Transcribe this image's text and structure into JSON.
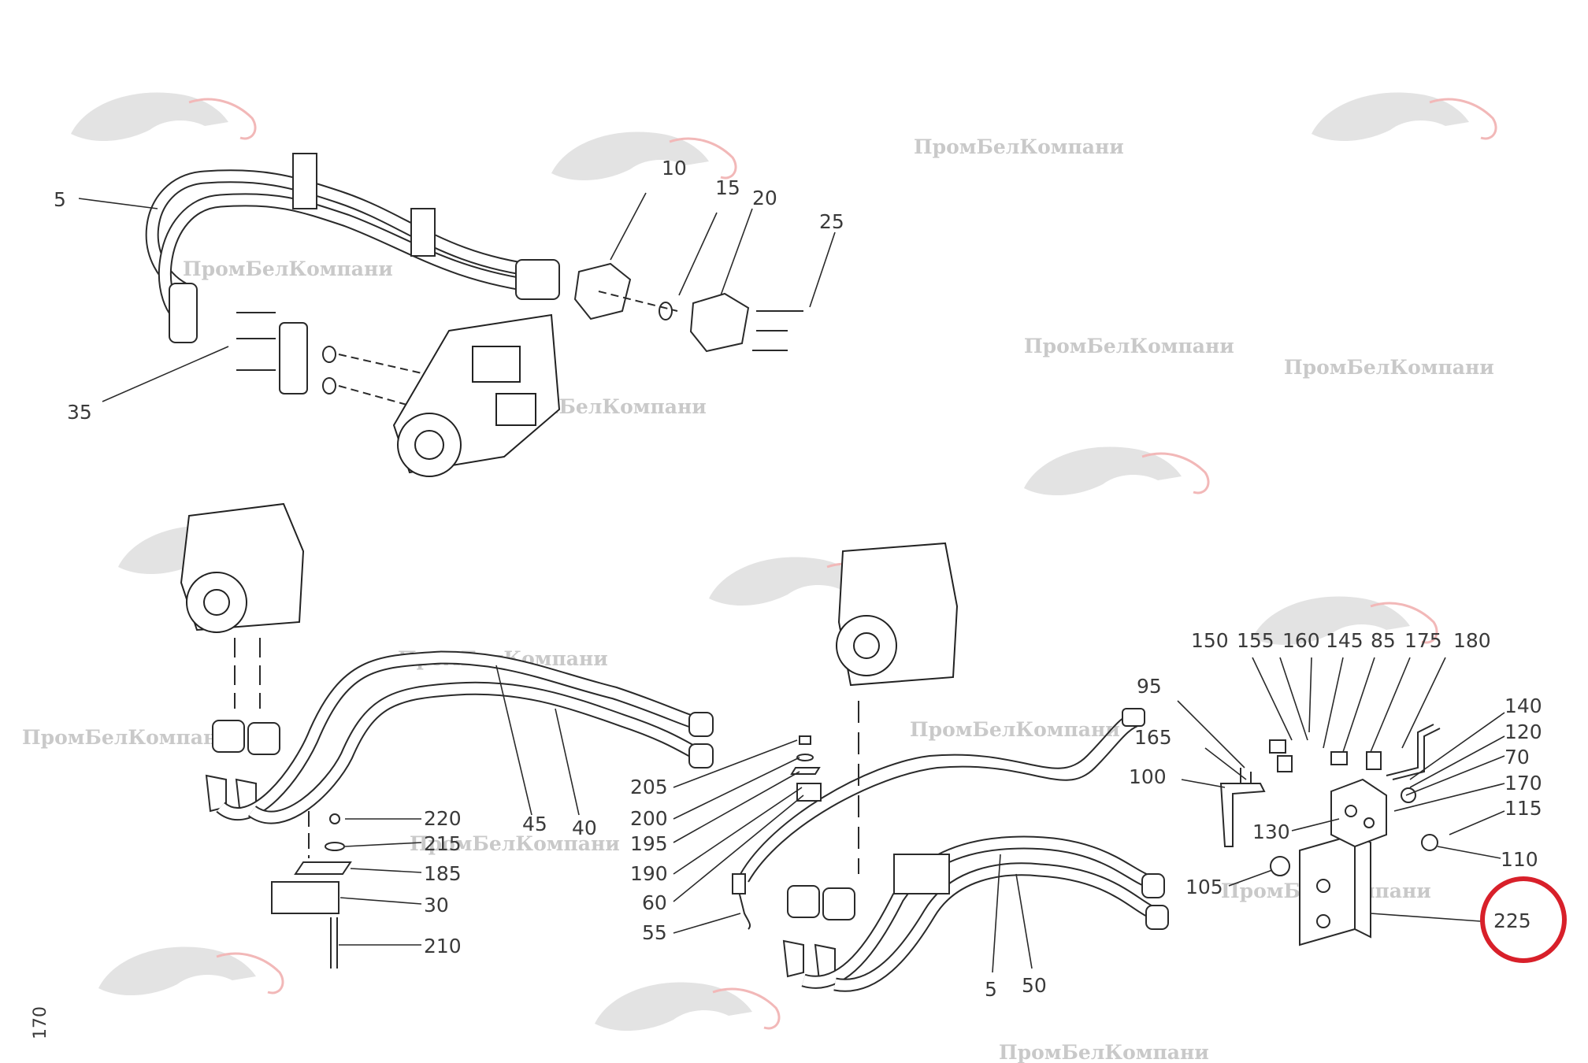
{
  "watermark": {
    "text": "ПромБелКомпани"
  },
  "page_number": "170",
  "callouts": {
    "c5a": "5",
    "c10": "10",
    "c15": "15",
    "c20": "20",
    "c25": "25",
    "c35": "35",
    "c150": "150",
    "c155": "155",
    "c160": "160",
    "c145": "145",
    "c85": "85",
    "c175": "175",
    "c180": "180",
    "c95": "95",
    "c165": "165",
    "c100": "100",
    "c140": "140",
    "c120": "120",
    "c70": "70",
    "c170": "170",
    "c115": "115",
    "c130": "130",
    "c110": "110",
    "c105": "105",
    "c225": "225",
    "c205": "205",
    "c200": "200",
    "c195": "195",
    "c190": "190",
    "c60": "60",
    "c55": "55",
    "c220": "220",
    "c215": "215",
    "c185": "185",
    "c30": "30",
    "c210": "210",
    "c45": "45",
    "c40": "40",
    "c5b": "5",
    "c50": "50"
  },
  "highlighted_callout": "225",
  "colors": {
    "line": "#2a2a2a",
    "text": "#3a3a3a",
    "highlight": "#d8202a",
    "watermark": "#c9c9c9"
  }
}
